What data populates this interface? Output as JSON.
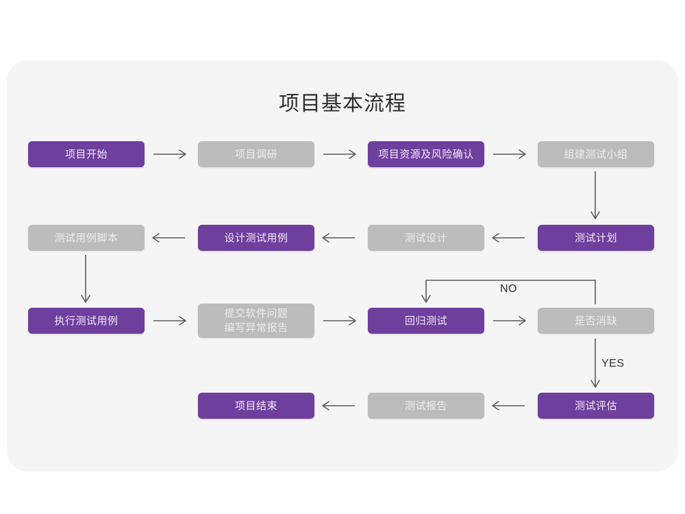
{
  "page": {
    "title": "项目基本流程",
    "background_color": "#ffffff",
    "card_color": "#f5f5f6"
  },
  "palette": {
    "purple": "#6f3f9e",
    "gray": "#bcbcbc",
    "purple_text": "#f1eaf7",
    "gray_text": "#ececec",
    "line": "#5a5a5a",
    "title_text": "#2e2e2e"
  },
  "chart_data": {
    "type": "diagram",
    "title": "项目基本流程",
    "nodes": [
      {
        "id": "n1",
        "label": "项目开始",
        "style": "purple",
        "row": 1,
        "col": 1
      },
      {
        "id": "n2",
        "label": "项目调研",
        "style": "gray",
        "row": 1,
        "col": 2
      },
      {
        "id": "n3",
        "label": "项目资源及风险确认",
        "style": "purple",
        "row": 1,
        "col": 3
      },
      {
        "id": "n4",
        "label": "组建测试小组",
        "style": "gray",
        "row": 1,
        "col": 4
      },
      {
        "id": "n5",
        "label": "测试用例脚本",
        "style": "gray",
        "row": 2,
        "col": 1
      },
      {
        "id": "n6",
        "label": "设计测试用例",
        "style": "purple",
        "row": 2,
        "col": 2
      },
      {
        "id": "n7",
        "label": "测试设计",
        "style": "gray",
        "row": 2,
        "col": 3
      },
      {
        "id": "n8",
        "label": "测试计划",
        "style": "purple",
        "row": 2,
        "col": 4
      },
      {
        "id": "n9",
        "label": "执行测试用例",
        "style": "purple",
        "row": 3,
        "col": 1
      },
      {
        "id": "n10",
        "label": "提交软件问题\n编写异常报告",
        "style": "gray",
        "row": 3,
        "col": 2
      },
      {
        "id": "n11",
        "label": "回归测试",
        "style": "purple",
        "row": 3,
        "col": 3
      },
      {
        "id": "n12",
        "label": "是否消缺",
        "style": "gray",
        "row": 3,
        "col": 4
      },
      {
        "id": "n13",
        "label": "项目结束",
        "style": "purple",
        "row": 4,
        "col": 2
      },
      {
        "id": "n14",
        "label": "测试报告",
        "style": "gray",
        "row": 4,
        "col": 3
      },
      {
        "id": "n15",
        "label": "测试评估",
        "style": "purple",
        "row": 4,
        "col": 4
      }
    ],
    "edges": [
      {
        "from": "n1",
        "to": "n2",
        "label": "",
        "dir": "right"
      },
      {
        "from": "n2",
        "to": "n3",
        "label": "",
        "dir": "right"
      },
      {
        "from": "n3",
        "to": "n4",
        "label": "",
        "dir": "right"
      },
      {
        "from": "n4",
        "to": "n8",
        "label": "",
        "dir": "down"
      },
      {
        "from": "n8",
        "to": "n7",
        "label": "",
        "dir": "left"
      },
      {
        "from": "n7",
        "to": "n6",
        "label": "",
        "dir": "left"
      },
      {
        "from": "n6",
        "to": "n5",
        "label": "",
        "dir": "left"
      },
      {
        "from": "n5",
        "to": "n9",
        "label": "",
        "dir": "down"
      },
      {
        "from": "n9",
        "to": "n10",
        "label": "",
        "dir": "right"
      },
      {
        "from": "n10",
        "to": "n11",
        "label": "",
        "dir": "right"
      },
      {
        "from": "n11",
        "to": "n12",
        "label": "",
        "dir": "right"
      },
      {
        "from": "n12",
        "to": "n11",
        "label": "NO",
        "dir": "loop-up-left"
      },
      {
        "from": "n12",
        "to": "n15",
        "label": "YES",
        "dir": "down"
      },
      {
        "from": "n15",
        "to": "n14",
        "label": "",
        "dir": "left"
      },
      {
        "from": "n14",
        "to": "n13",
        "label": "",
        "dir": "left"
      }
    ],
    "edge_labels": [
      "NO",
      "YES"
    ]
  }
}
